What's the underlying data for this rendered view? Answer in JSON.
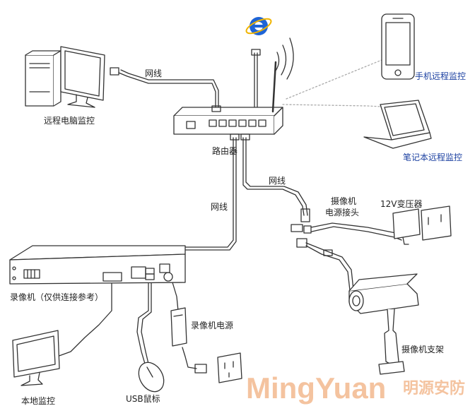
{
  "labels": {
    "network_cable_1": "网线",
    "network_cable_2": "网线",
    "network_cable_3": "网线",
    "remote_pc": "远程电脑监控",
    "router": "路由器",
    "mobile_remote": "手机远程监控",
    "laptop_remote": "笔记本远程监控",
    "camera_power_connector_line1": "摄像机",
    "camera_power_connector_line2": "电源接头",
    "transformer": "12V变压器",
    "dvr": "录像机（仅供连接参考）",
    "dvr_power": "录像机电源",
    "camera_bracket": "摄像机支架",
    "local_monitor": "本地监控",
    "usb_mouse": "USB鼠标"
  },
  "watermark": {
    "latin": "MingYuan",
    "chinese": "明源安防"
  },
  "colors": {
    "outline": "#333333",
    "remote_label": "#1a3fa0",
    "watermark": "#f3b98f",
    "ie_blue": "#1e64d6"
  },
  "icons": [
    "ie-browser-icon",
    "wifi-signal-icon",
    "smartphone-icon",
    "laptop-icon",
    "desktop-pc-icon",
    "router-icon",
    "dvr-icon",
    "monitor-icon",
    "mouse-icon",
    "power-adapter-icon",
    "power-outlet-icon",
    "transformer-icon",
    "bullet-camera-icon"
  ]
}
